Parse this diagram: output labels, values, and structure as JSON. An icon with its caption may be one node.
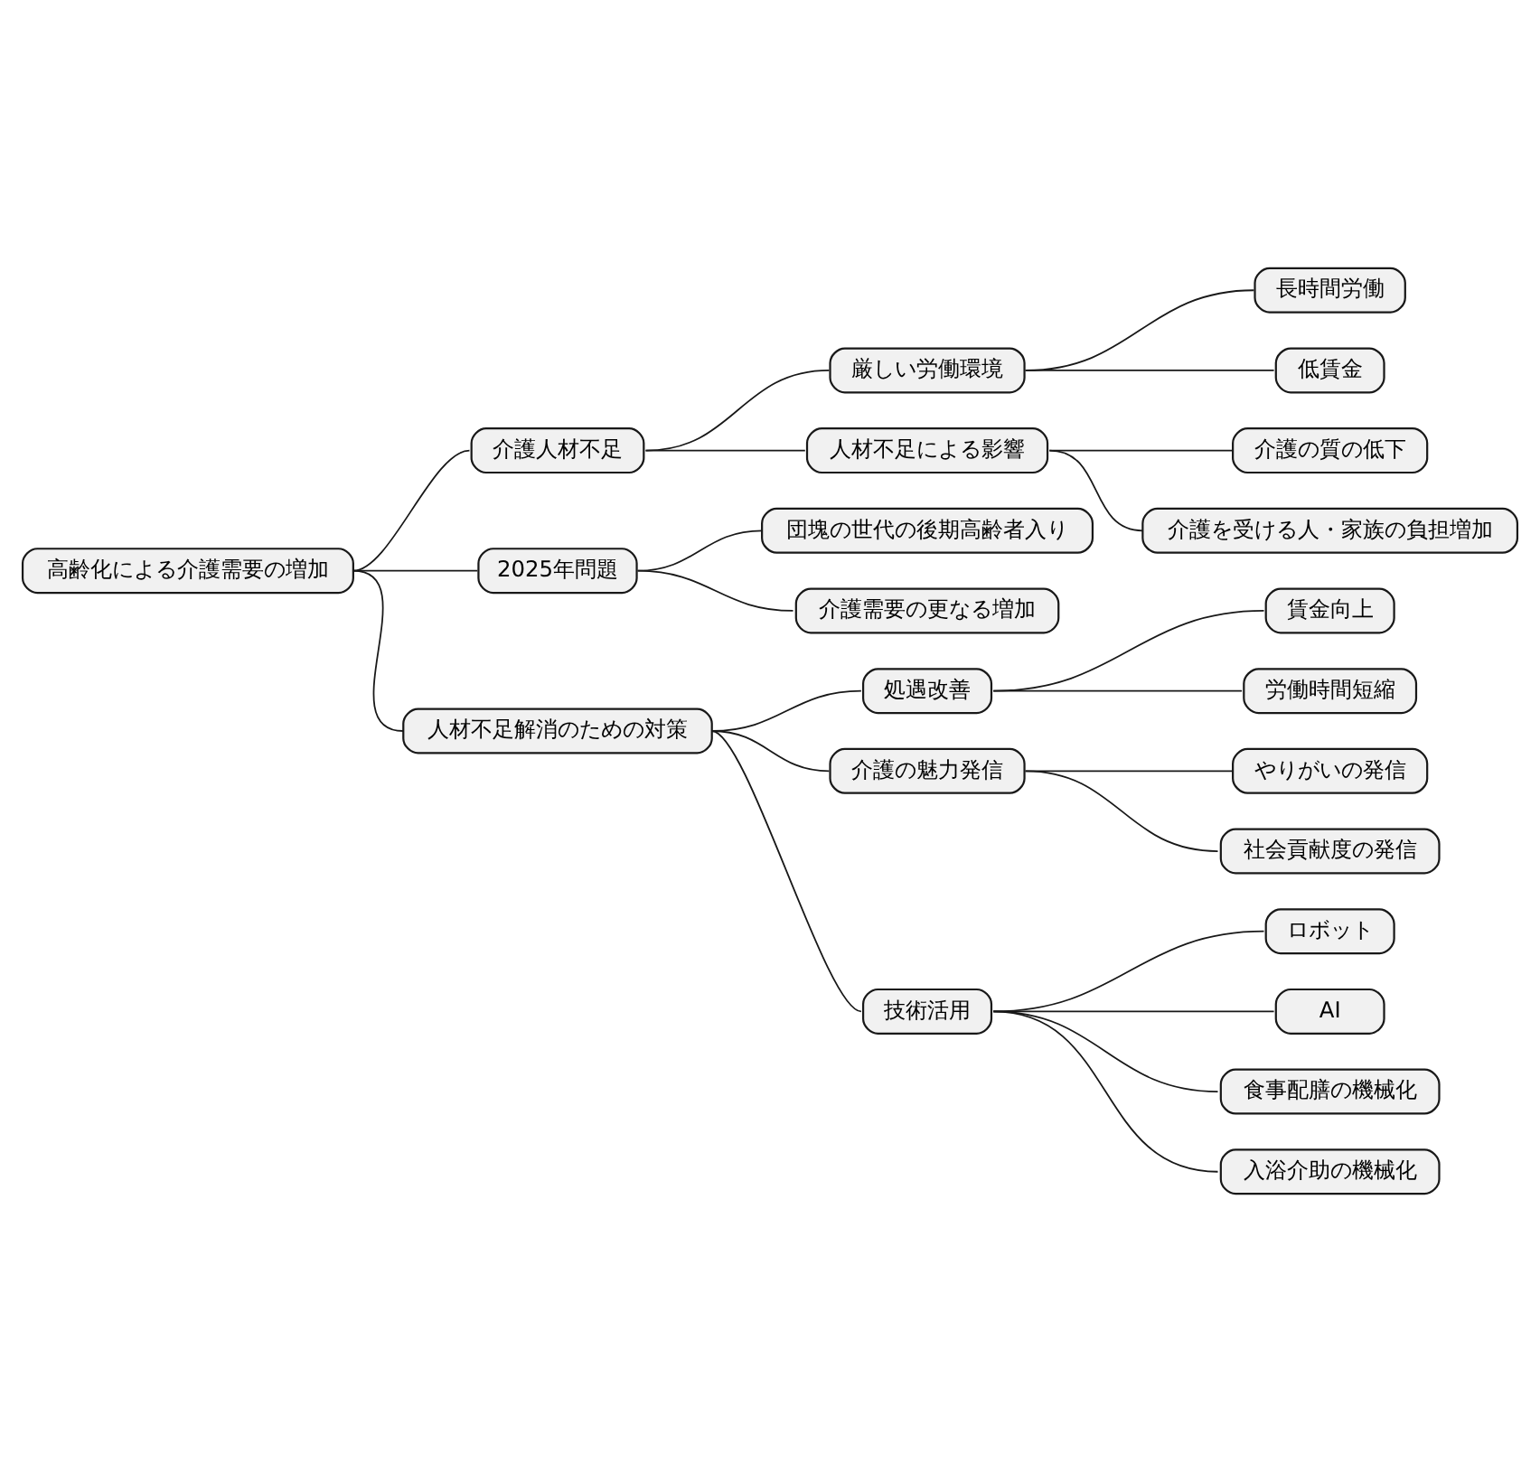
{
  "diagram": {
    "nodes": [
      {
        "text": [
          "高齢化による介護需要の増加"
        ]
      },
      {
        "text": [
          "介護人材不足"
        ]
      },
      {
        "text": [
          "厳しい労働環境"
        ]
      },
      {
        "text": [
          "長時間労働"
        ]
      },
      {
        "text": [
          "低賃金"
        ]
      },
      {
        "text": [
          "人材不足による影響"
        ]
      },
      {
        "text": [
          "介護の質の低下"
        ]
      },
      {
        "text": [
          "介護を受ける人・家族の負担増加"
        ]
      },
      {
        "text": [
          "2025年問題"
        ]
      },
      {
        "text": [
          "団塊の世代の後期高齢者入り"
        ]
      },
      {
        "text": [
          "介護需要の更なる増加"
        ]
      },
      {
        "text": [
          "人材不足解消のための対策"
        ]
      },
      {
        "text": [
          "処遇改善"
        ]
      },
      {
        "text": [
          "賃金向上"
        ]
      },
      {
        "text": [
          "労働時間短縮"
        ]
      },
      {
        "text": [
          "介護の魅力発信"
        ]
      },
      {
        "text": [
          "やりがいの発信"
        ]
      },
      {
        "text": [
          "社会貢献度の発信"
        ]
      },
      {
        "text": [
          "技術活用"
        ]
      },
      {
        "text": [
          "ロボット"
        ]
      },
      {
        "text": [
          "AI"
        ]
      },
      {
        "text": [
          "食事配膳の機械化"
        ]
      },
      {
        "text": [
          "入浴介助の機械化"
        ]
      }
    ],
    "edges": [
      {
        "from": 0,
        "to": 1,
        "arrow": "none"
      },
      {
        "from": 1,
        "to": 2,
        "arrow": "none"
      },
      {
        "from": 2,
        "to": 3,
        "arrow": "none"
      },
      {
        "from": 2,
        "to": 4,
        "arrow": "none"
      },
      {
        "from": 1,
        "to": 5,
        "arrow": "none"
      },
      {
        "from": 5,
        "to": 6,
        "arrow": "none"
      },
      {
        "from": 5,
        "to": 7,
        "arrow": "none"
      },
      {
        "from": 0,
        "to": 8,
        "arrow": "none"
      },
      {
        "from": 8,
        "to": 9,
        "arrow": "none"
      },
      {
        "from": 8,
        "to": 10,
        "arrow": "none"
      },
      {
        "from": 0,
        "to": 11,
        "arrow": "none"
      },
      {
        "from": 11,
        "to": 12,
        "arrow": "none"
      },
      {
        "from": 12,
        "to": 13,
        "arrow": "none"
      },
      {
        "from": 12,
        "to": 14,
        "arrow": "none"
      },
      {
        "from": 11,
        "to": 15,
        "arrow": "none"
      },
      {
        "from": 15,
        "to": 16,
        "arrow": "none"
      },
      {
        "from": 15,
        "to": 17,
        "arrow": "none"
      },
      {
        "from": 11,
        "to": 18,
        "arrow": "none"
      },
      {
        "from": 18,
        "to": 19,
        "arrow": "none"
      },
      {
        "from": 18,
        "to": 20,
        "arrow": "none"
      },
      {
        "from": 18,
        "to": 21,
        "arrow": "none"
      },
      {
        "from": 18,
        "to": 22,
        "arrow": "none"
      }
    ]
  }
}
